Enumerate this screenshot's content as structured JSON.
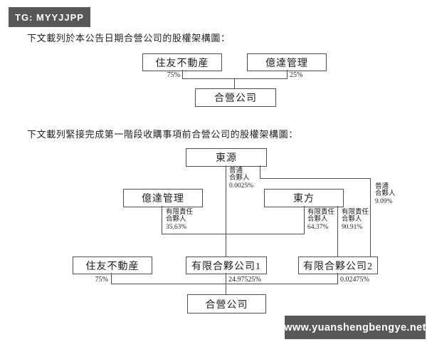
{
  "colors": {
    "badge_bg": "#56585a",
    "line": "#4f4f4f"
  },
  "badges": {
    "top": {
      "label": "TG: MYYJJPP"
    },
    "bottom": {
      "label": "www.yuanshengbengye.net"
    }
  },
  "headings": {
    "chart1": "下文載列於本公告日期合營公司的股權架構圖：",
    "chart2": "下文載列緊接完成第一階段收購事項前合營公司的股權架構圖："
  },
  "diagram_current": {
    "nodes": {
      "sumitomo": "住友不動産",
      "yida": "億達管理",
      "jv": "合營公司"
    },
    "edge_labels": {
      "sumitomo_jv": "75%",
      "yida_jv": "25%"
    }
  },
  "diagram_pre_acquisition": {
    "nodes": {
      "dongyuan": "東源",
      "yida": "億達管理",
      "dongfang": "東方",
      "sumitomo": "住友不動産",
      "lp1": "有限合夥公司1",
      "lp2": "有限合夥公司2",
      "jv": "合營公司"
    },
    "edge_labels": {
      "dongyuan_lp1": "普通\n合夥人\n0.0025%",
      "dongyuan_lp2": "普通\n合夥人\n9.09%",
      "yida_lp1": "有限責任\n合夥人\n35.63%",
      "dongfang_lp1": "有限責任\n合夥人\n64.37%",
      "dongfang_lp2": "有限責任\n合夥人\n90.91%",
      "sumitomo_jv": "75%",
      "lp1_jv": "24.97525%",
      "lp2_jv": "0.02475%"
    }
  }
}
